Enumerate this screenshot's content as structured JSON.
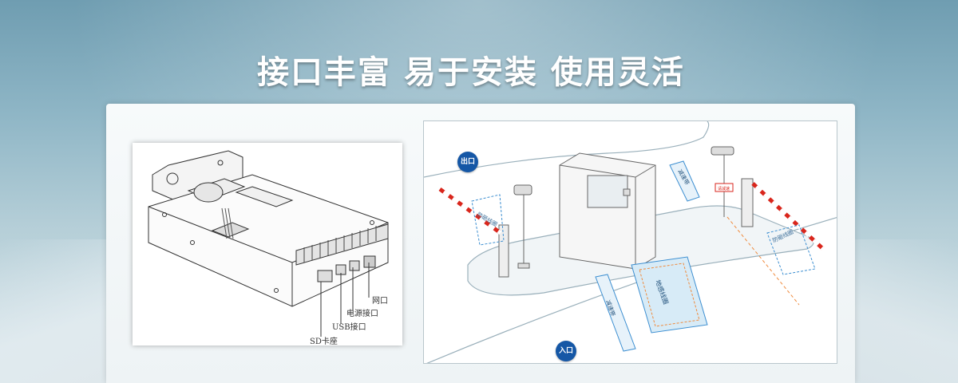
{
  "headline": "接口丰富  易于安装  使用灵活",
  "device_labels": {
    "network": "网口",
    "power": "电源接口",
    "usb": "USB接口",
    "sd": "SD卡座"
  },
  "scene_labels": {
    "exit": "出口",
    "entrance": "入口",
    "speed_bump_top": "减速带",
    "speed_bump_bottom": "减速带",
    "anti_smash_left": "防砸线圈",
    "anti_smash_right": "防砸线圈",
    "ground_loop": "地感线圈",
    "sign": "请减速"
  },
  "colors": {
    "badge": "#1557a6",
    "barrier_red": "#d9261c",
    "loop_blue": "#3d8fd1",
    "dash_orange": "#f08a3c"
  }
}
